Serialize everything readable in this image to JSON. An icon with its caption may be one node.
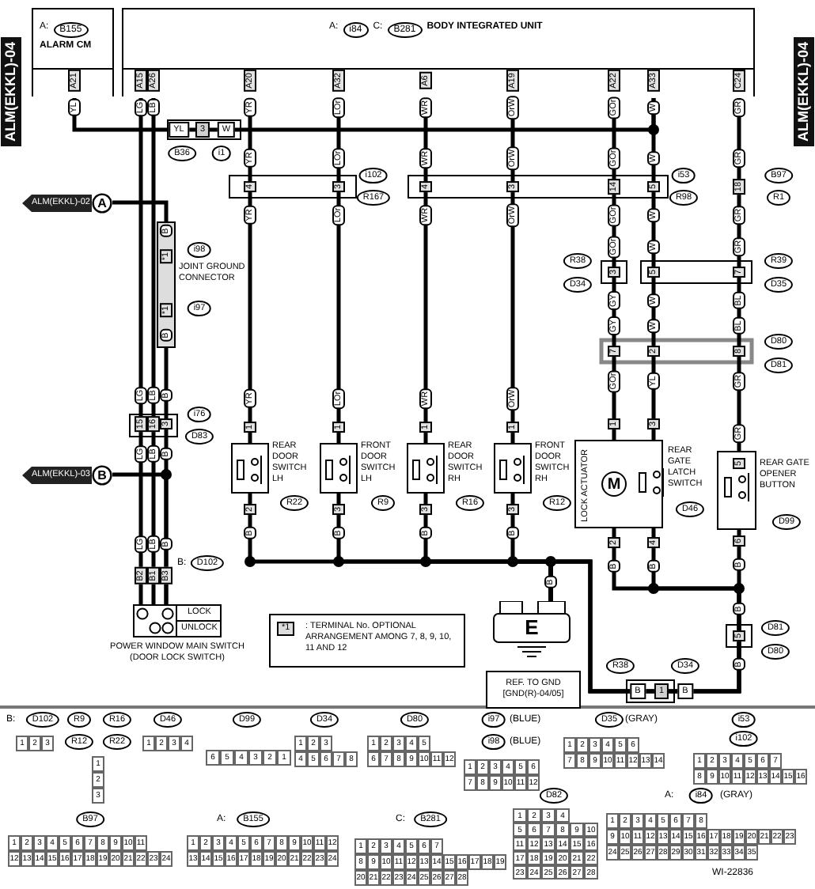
{
  "diagram": {
    "nodes": [
      {
        "text": [
          "A:",
          "B155",
          "ALARM CM"
        ]
      },
      {
        "text": [
          "A:",
          "i84",
          "C:",
          "B281",
          "BODY INTEGRATED UNIT"
        ]
      },
      {
        "text": [
          "ALM(EKKL)-02",
          "A"
        ]
      },
      {
        "text": [],
        "shape": "box",
        "beside": [
          "JOINT GROUND CONNECTOR"
        ]
      },
      {
        "text": [
          "ALM(EKKL)-03",
          "B"
        ]
      },
      {
        "text": [
          "LOCK",
          "UNLOCK"
        ],
        "beside": [
          "POWER WINDOW MAIN SWITCH (DOOR LOCK SWITCH)"
        ]
      },
      {
        "text": [],
        "shape": "box",
        "beside": [
          "REAR DOOR SWITCH LH"
        ]
      },
      {
        "text": [],
        "shape": "box",
        "beside": [
          "FRONT DOOR SWITCH LH"
        ]
      },
      {
        "text": [],
        "shape": "box",
        "beside": [
          "REAR DOOR SWITCH RH"
        ]
      },
      {
        "text": [],
        "shape": "box",
        "beside": [
          "FRONT DOOR SWITCH RH"
        ]
      },
      {
        "text": [
          "LOCK ACTUATOR",
          "M"
        ],
        "beside": [
          "REAR GATE LATCH SWITCH"
        ]
      },
      {
        "text": [],
        "shape": "box",
        "beside": [
          "REAR GATE OPENER BUTTON"
        ]
      },
      {
        "text": [
          "*1",
          ": TERMINAL No. OPTIONAL ARRANGEMENT AMONG 7, 8, 9, 10, 11 AND 12"
        ]
      },
      {
        "text": [
          "E"
        ]
      },
      {
        "text": [
          "REF. TO GND [GND(R)-04/05]"
        ]
      }
    ],
    "edges": [
      {
        "from": 0,
        "to": 1,
        "arrow": "none"
      },
      {
        "from": 1,
        "to": 5,
        "arrow": "none"
      },
      {
        "from": 1,
        "to": 5,
        "arrow": "none"
      },
      {
        "from": 2,
        "to": 3,
        "arrow": "none"
      },
      {
        "from": 3,
        "to": 5,
        "arrow": "none"
      },
      {
        "from": 4,
        "to": 5,
        "arrow": "none"
      },
      {
        "from": 1,
        "to": 6,
        "arrow": "none"
      },
      {
        "from": 1,
        "to": 7,
        "arrow": "none"
      },
      {
        "from": 1,
        "to": 8,
        "arrow": "none"
      },
      {
        "from": 1,
        "to": 9,
        "arrow": "none"
      },
      {
        "from": 1,
        "to": 10,
        "arrow": "none"
      },
      {
        "from": 1,
        "to": 10,
        "arrow": "none"
      },
      {
        "from": 1,
        "to": 11,
        "arrow": "none"
      },
      {
        "from": 6,
        "to": 13,
        "arrow": "none"
      },
      {
        "from": 7,
        "to": 13,
        "arrow": "none"
      },
      {
        "from": 8,
        "to": 13,
        "arrow": "none"
      },
      {
        "from": 9,
        "to": 13,
        "arrow": "none"
      },
      {
        "from": 10,
        "to": 13,
        "arrow": "none"
      },
      {
        "from": 10,
        "to": 13,
        "arrow": "none"
      },
      {
        "from": 11,
        "to": 13,
        "arrow": "none"
      }
    ],
    "labels": [
      "ALM(EKKL)-04",
      "ALM(EKKL)-04",
      "A21",
      "A15",
      "A26",
      "A20",
      "A32",
      "A6",
      "A19",
      "A22",
      "A33",
      "C24",
      "YL",
      "LG",
      "LB",
      "YR",
      "LOr",
      "WR",
      "OrW",
      "GOr",
      "W",
      "GR",
      "YL",
      "3",
      "W",
      "B36",
      "i1",
      "YR",
      "LOr",
      "WR",
      "OrW",
      "GOr",
      "W",
      "GR",
      "4",
      "3",
      "4",
      "3",
      "14",
      "5",
      "18",
      "i102",
      "R167",
      "i53",
      "R98",
      "B97",
      "R1",
      "YR",
      "LOr",
      "WR",
      "OrW",
      "GOr",
      "W",
      "GR",
      "GOr",
      "W",
      "GR",
      "3",
      "5",
      "7",
      "R38",
      "D34",
      "R39",
      "D35",
      "GY",
      "W",
      "BL",
      "GY",
      "W",
      "BL",
      "7",
      "2",
      "8",
      "D80",
      "D81",
      "GOr",
      "YL",
      "GR",
      "B",
      "*1",
      "i98",
      "*1",
      "i97",
      "B",
      "LG",
      "LB",
      "B",
      "15",
      "16",
      "3",
      "i76",
      "D83",
      "LG",
      "LB",
      "B",
      "LG",
      "LB",
      "B",
      "B2",
      "B1",
      "B3",
      "B:",
      "D102",
      "YR",
      "LOr",
      "WR",
      "OrW",
      "1",
      "1",
      "1",
      "1",
      "2",
      "3",
      "3",
      "3",
      "B",
      "B",
      "B",
      "B",
      "R22",
      "R9",
      "R16",
      "R12",
      "1",
      "3",
      "2",
      "4",
      "B",
      "B",
      "D46",
      "GR",
      "5",
      "6",
      "B",
      "D99",
      "B",
      "5",
      "B",
      "D81",
      "D80",
      "B",
      "R38",
      "D34",
      "B",
      "1",
      "B",
      "B:",
      "D102",
      "1",
      "2",
      "3",
      "R9",
      "R16",
      "R12",
      "R22",
      "1",
      "2",
      "3",
      "D46",
      "1",
      "2",
      "3",
      "4",
      "D99",
      "6",
      "5",
      "4",
      "3",
      "2",
      "1",
      "D34",
      "1",
      "2",
      "3",
      "4",
      "5",
      "6",
      "7",
      "8",
      "D80",
      "1",
      "2",
      "3",
      "4",
      "5",
      "6",
      "7",
      "8",
      "9",
      "10",
      "11",
      "12",
      "i97",
      "(BLUE)",
      "i98",
      "(BLUE)",
      "1",
      "2",
      "3",
      "4",
      "5",
      "6",
      "7",
      "8",
      "9",
      "10",
      "11",
      "12",
      "D35",
      "(GRAY)",
      "1",
      "2",
      "3",
      "4",
      "5",
      "6",
      "7",
      "8",
      "9",
      "10",
      "11",
      "12",
      "13",
      "14",
      "i53",
      "i102",
      "1",
      "2",
      "3",
      "4",
      "5",
      "6",
      "7",
      "8",
      "9",
      "10",
      "11",
      "12",
      "13",
      "14",
      "15",
      "16",
      "B97",
      "1",
      "2",
      "3",
      "4",
      "5",
      "6",
      "7",
      "8",
      "9",
      "10",
      "11",
      "12",
      "13",
      "14",
      "15",
      "16",
      "17",
      "18",
      "19",
      "20",
      "21",
      "22",
      "23",
      "24",
      "A:",
      "B155",
      "1",
      "2",
      "3",
      "4",
      "5",
      "6",
      "7",
      "8",
      "9",
      "10",
      "11",
      "12",
      "13",
      "14",
      "15",
      "16",
      "17",
      "18",
      "19",
      "20",
      "21",
      "22",
      "23",
      "24",
      "C:",
      "B281",
      "1",
      "2",
      "3",
      "4",
      "5",
      "6",
      "7",
      "8",
      "9",
      "10",
      "11",
      "12",
      "13",
      "14",
      "15",
      "16",
      "17",
      "18",
      "19",
      "20",
      "21",
      "22",
      "23",
      "24",
      "25",
      "26",
      "27",
      "28",
      "D82",
      "1",
      "2",
      "3",
      "4",
      "5",
      "6",
      "7",
      "8",
      "9",
      "10",
      "11",
      "12",
      "13",
      "14",
      "15",
      "16",
      "17",
      "18",
      "19",
      "20",
      "21",
      "22",
      "23",
      "24",
      "25",
      "26",
      "27",
      "28",
      "A:",
      "i84",
      "(GRAY)",
      "1",
      "2",
      "3",
      "4",
      "5",
      "6",
      "7",
      "8",
      "9",
      "10",
      "11",
      "12",
      "13",
      "14",
      "15",
      "16",
      "17",
      "18",
      "19",
      "20",
      "21",
      "22",
      "23",
      "24",
      "25",
      "26",
      "27",
      "28",
      "29",
      "30",
      "31",
      "32",
      "33",
      "34",
      "35",
      "WI-22836"
    ]
  }
}
